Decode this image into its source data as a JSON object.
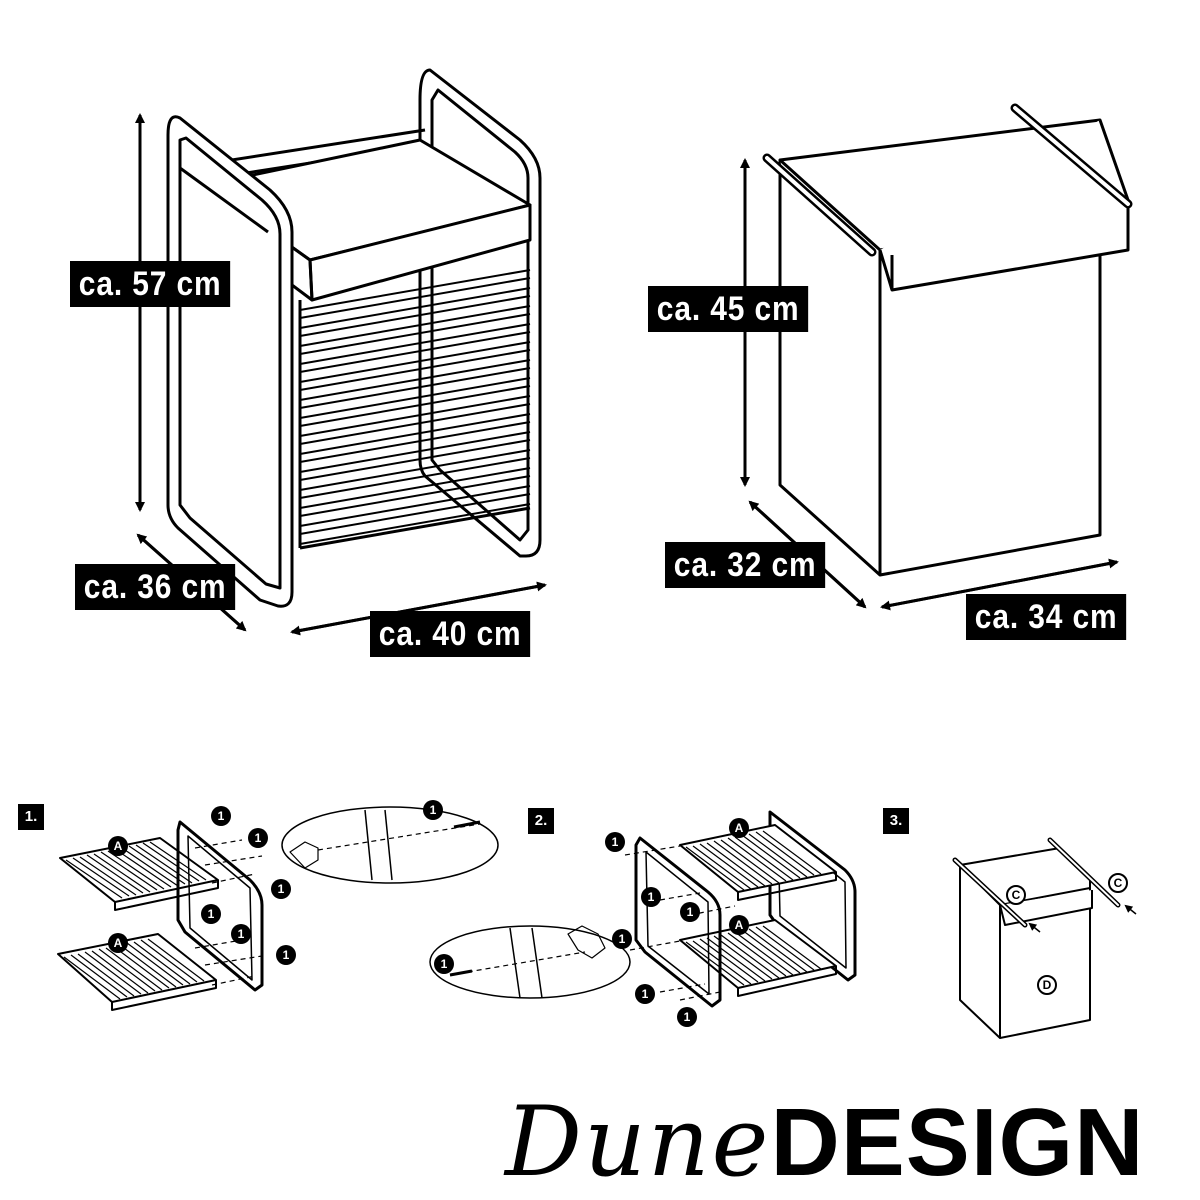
{
  "dimensions": {
    "height_open": "ca. 57 cm",
    "depth_open": "ca. 36 cm",
    "width_open": "ca. 40 cm",
    "height_closed": "ca. 45 cm",
    "depth_closed": "ca. 32 cm",
    "width_closed": "ca. 34 cm"
  },
  "steps": [
    "1.",
    "2.",
    "3."
  ],
  "parts": {
    "a": "A",
    "screw": "1",
    "c": "C",
    "d": "D"
  },
  "logo": {
    "script": "Dune",
    "bold": "DESIGN"
  }
}
